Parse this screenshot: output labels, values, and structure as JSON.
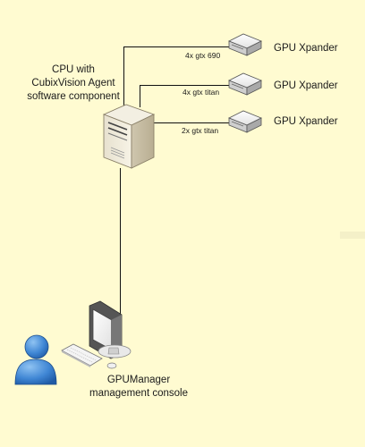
{
  "cpu": {
    "label_lines": [
      "CPU with",
      "CubixVision Agent",
      "software component"
    ],
    "icon": "server-tower-icon"
  },
  "links": [
    {
      "gpus": "4x gtx 690",
      "device": "GPU Xpander"
    },
    {
      "gpus": "4x gtx titan",
      "device": "GPU Xpander"
    },
    {
      "gpus": "2x gtx titan",
      "device": "GPU Xpander"
    }
  ],
  "console": {
    "label_lines": [
      "GPUManager",
      "management console"
    ],
    "icons": [
      "monitor-icon",
      "keyboard-icon",
      "mouse-icon",
      "user-icon"
    ]
  },
  "colors": {
    "background": "#fffbd1",
    "line": "#111111",
    "user": "#2f6fbf"
  }
}
